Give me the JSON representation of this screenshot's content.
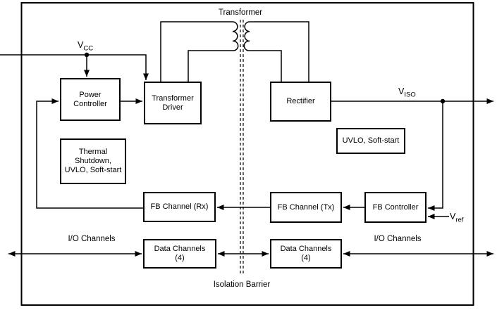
{
  "diagram": {
    "colors": {
      "line": "#000000",
      "background": "#ffffff"
    },
    "labels": {
      "transformer": "Transformer",
      "isolation_barrier": "Isolation Barrier",
      "io_channels_left": "I/O Channels",
      "io_channels_right": "I/O Channels"
    },
    "nets": {
      "vcc": {
        "base": "V",
        "sub": "CC"
      },
      "viso": {
        "base": "V",
        "sub": "ISO"
      },
      "vref": {
        "base": "V",
        "sub": "ref"
      }
    },
    "blocks": {
      "power_controller": "Power\nController",
      "transformer_driver": "Transformer\nDriver",
      "rectifier": "Rectifier",
      "uvlo_soft_start": "UVLO, Soft-start",
      "thermal_shutdown": "Thermal\nShutdown,\nUVLO, Soft-start",
      "fb_channel_rx": "FB Channel (Rx)",
      "fb_channel_tx": "FB Channel (Tx)",
      "fb_controller": "FB Controller",
      "data_channels_left": "Data Channels\n(4)",
      "data_channels_right": "Data Channels\n(4)"
    }
  }
}
